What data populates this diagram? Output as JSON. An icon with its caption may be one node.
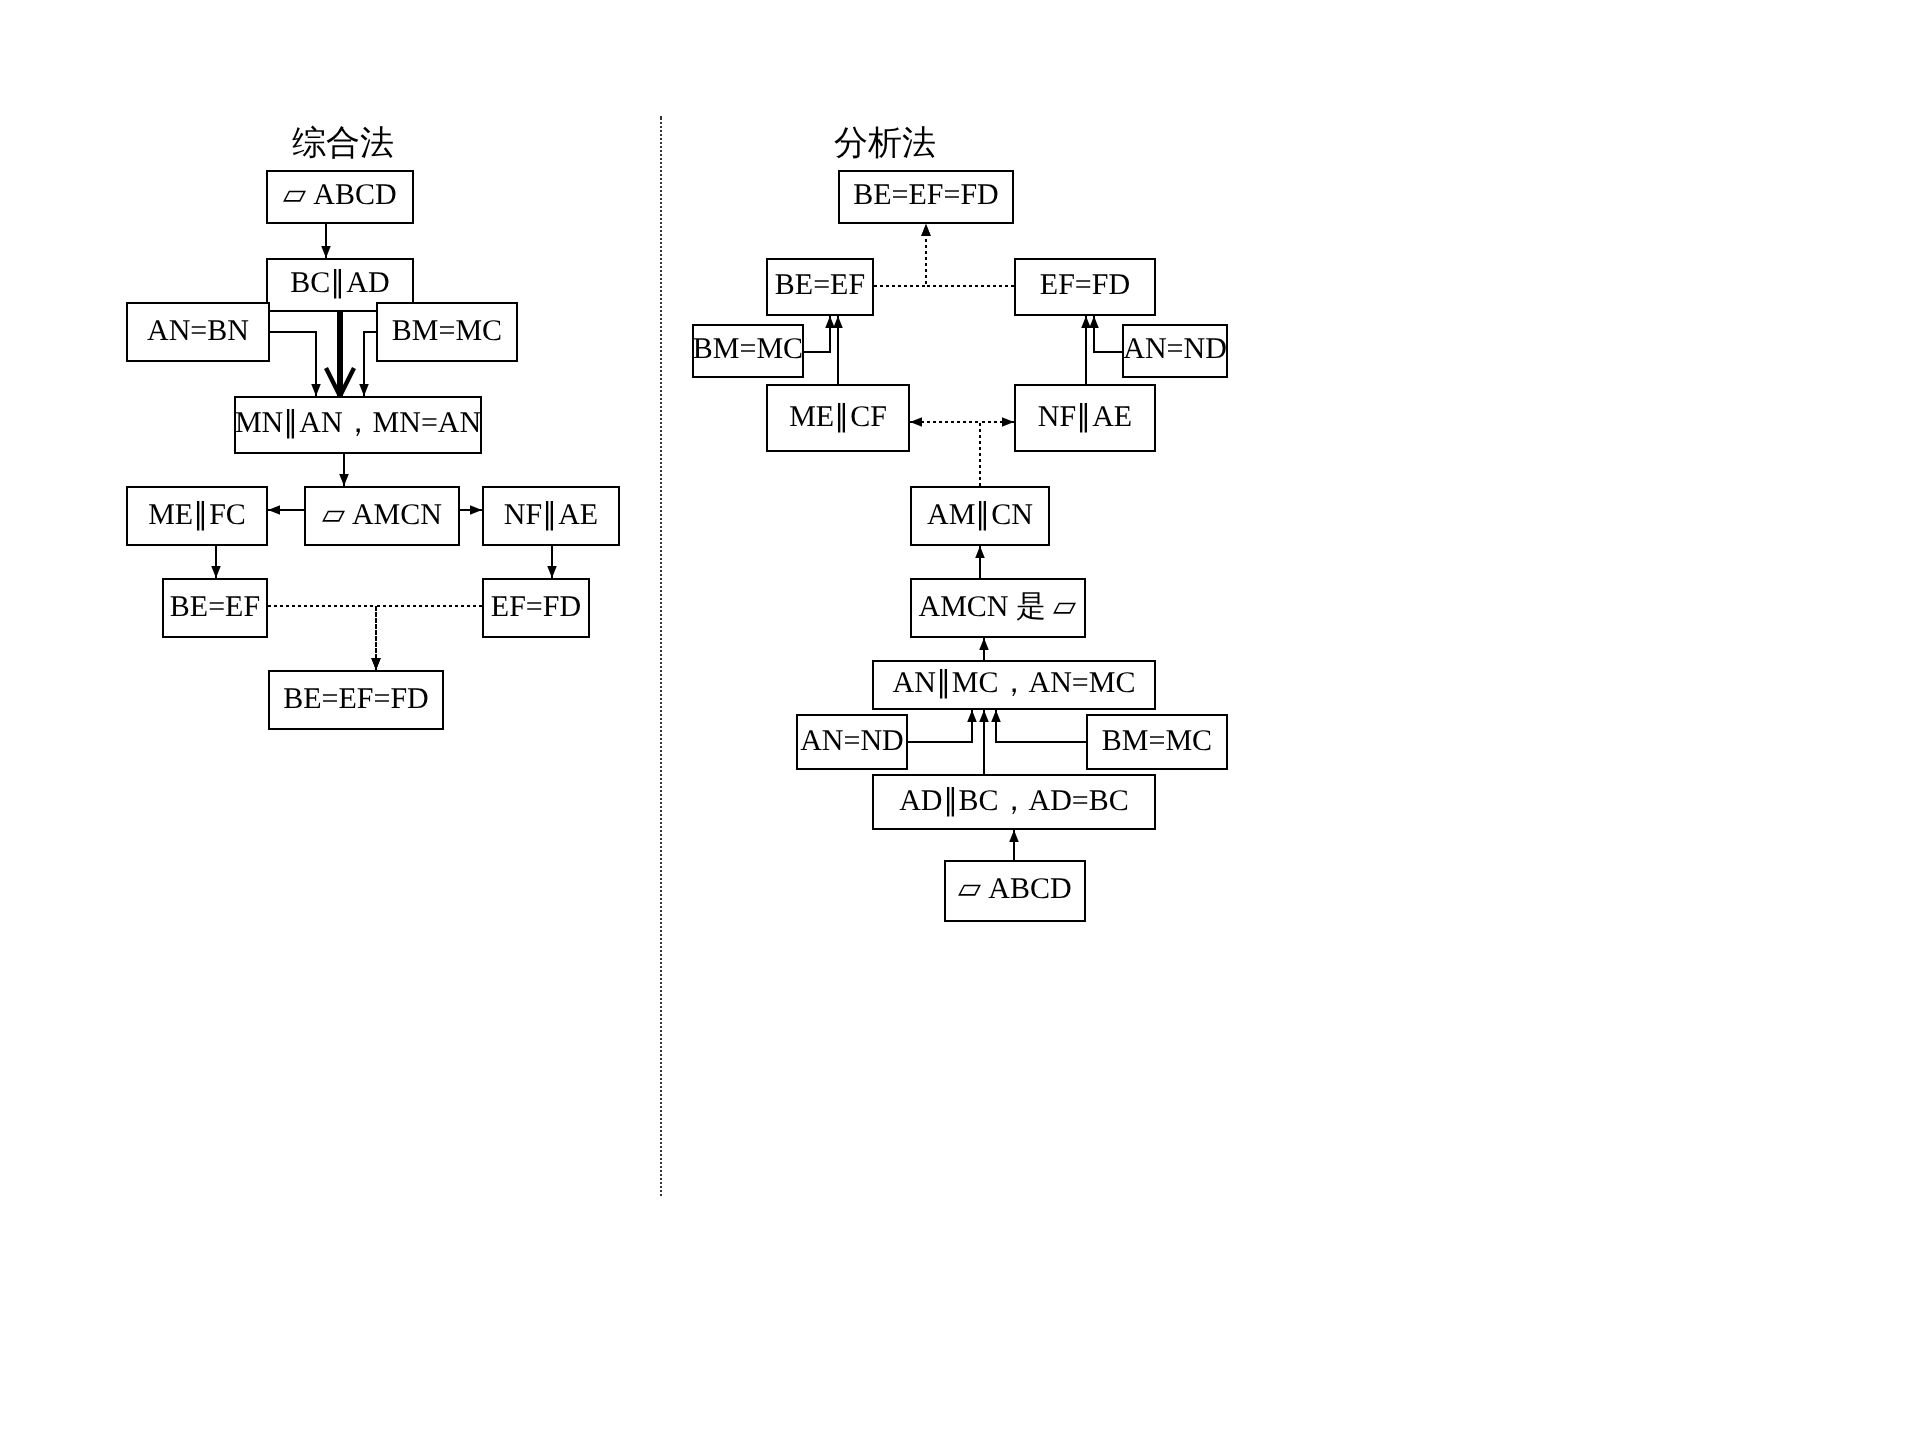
{
  "diagram": {
    "nodes": [
      {
        "text": [
          "▱ ABCD"
        ]
      },
      {
        "text": [
          "BC∥AD"
        ]
      },
      {
        "text": [
          "AN=BN"
        ]
      },
      {
        "text": [
          "BM=MC"
        ]
      },
      {
        "text": [
          "MN∥AN，MN=AN"
        ]
      },
      {
        "text": [
          "ME∥FC"
        ]
      },
      {
        "text": [
          "▱ AMCN"
        ]
      },
      {
        "text": [
          "NF∥AE"
        ]
      },
      {
        "text": [
          "BE=EF"
        ]
      },
      {
        "text": [
          "EF=FD"
        ]
      },
      {
        "text": [
          "BE=EF=FD"
        ]
      },
      {
        "text": [
          "BE=EF=FD"
        ]
      },
      {
        "text": [
          "BE=EF"
        ]
      },
      {
        "text": [
          "EF=FD"
        ]
      },
      {
        "text": [
          "BM=MC"
        ]
      },
      {
        "text": [
          "ME∥CF"
        ]
      },
      {
        "text": [
          "AN=ND"
        ]
      },
      {
        "text": [
          "NF∥AE"
        ]
      },
      {
        "text": [
          "AM∥CN"
        ]
      },
      {
        "text": [
          "AMCN 是 ▱"
        ]
      },
      {
        "text": [
          "AN∥MC，AN=MC"
        ]
      },
      {
        "text": [
          "AN=ND"
        ]
      },
      {
        "text": [
          "BM=MC"
        ]
      },
      {
        "text": [
          "AD∥BC，AD=BC"
        ]
      },
      {
        "text": [
          "▱ ABCD"
        ]
      }
    ],
    "edges": [
      {
        "from": 0,
        "to": 1,
        "arrow": "to"
      },
      {
        "from": 1,
        "to": 4,
        "arrow": "to",
        "style": "thick"
      },
      {
        "from": 2,
        "to": 4,
        "arrow": "to"
      },
      {
        "from": 3,
        "to": 4,
        "arrow": "to"
      },
      {
        "from": 4,
        "to": 6,
        "arrow": "to"
      },
      {
        "from": 6,
        "to": 5,
        "arrow": "to"
      },
      {
        "from": 6,
        "to": 7,
        "arrow": "to"
      },
      {
        "from": 5,
        "to": 8,
        "arrow": "to"
      },
      {
        "from": 7,
        "to": 9,
        "arrow": "to"
      },
      {
        "from": 8,
        "to": 10,
        "arrow": "to",
        "style": "dashed"
      },
      {
        "from": 9,
        "to": 10,
        "arrow": "to",
        "style": "dashed"
      },
      {
        "from": 24,
        "to": 23,
        "arrow": "to"
      },
      {
        "from": 23,
        "to": 20,
        "arrow": "to"
      },
      {
        "from": 21,
        "to": 20,
        "arrow": "to"
      },
      {
        "from": 22,
        "to": 20,
        "arrow": "to"
      },
      {
        "from": 20,
        "to": 19,
        "arrow": "to"
      },
      {
        "from": 19,
        "to": 18,
        "arrow": "to"
      },
      {
        "from": 18,
        "to": 15,
        "arrow": "to",
        "style": "dashed"
      },
      {
        "from": 18,
        "to": 17,
        "arrow": "to",
        "style": "dashed"
      },
      {
        "from": 15,
        "to": 12,
        "arrow": "to"
      },
      {
        "from": 14,
        "to": 12,
        "arrow": "to"
      },
      {
        "from": 17,
        "to": 13,
        "arrow": "to"
      },
      {
        "from": 16,
        "to": 13,
        "arrow": "to"
      },
      {
        "from": 12,
        "to": 11,
        "arrow": "to",
        "style": "dashed"
      },
      {
        "from": 13,
        "to": 11,
        "arrow": "to",
        "style": "dashed"
      }
    ],
    "labels": [
      "综合法",
      "分析法"
    ]
  }
}
